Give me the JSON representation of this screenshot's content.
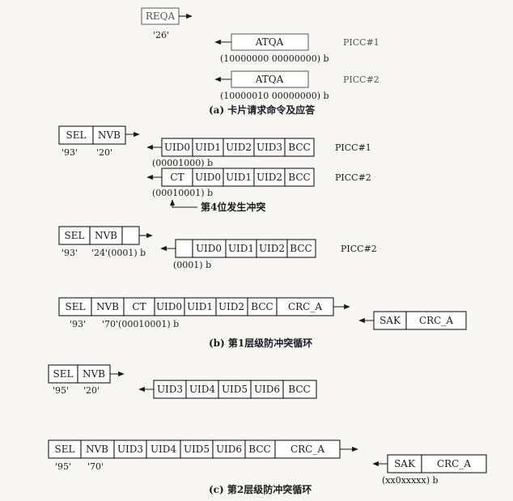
{
  "reqa": {
    "command": "REQA",
    "code": "'26'",
    "picc1": {
      "label": "ATQA",
      "bits": "(10000000 00000000) b",
      "tag": "PICC#1"
    },
    "picc2": {
      "label": "ATQA",
      "bits": "(10000010 00000000) b",
      "tag": "PICC#2"
    },
    "caption": "(a) 卡片请求命令及应答"
  },
  "level1": {
    "step1": {
      "command_cells": [
        "SEL",
        "NVB"
      ],
      "command_codes": [
        "'93'",
        "'20'"
      ],
      "picc1": {
        "cells": [
          "UID0",
          "UID1",
          "UID2",
          "UID3",
          "BCC"
        ],
        "bits": "(00001000) b",
        "tag": "PICC#1"
      },
      "picc2": {
        "cells": [
          "CT",
          "UID0",
          "UID1",
          "UID2",
          "BCC"
        ],
        "bits": "(00010001) b",
        "tag": "PICC#2"
      },
      "collision_note": "第4位发生冲突"
    },
    "step2": {
      "command_cells": [
        "SEL",
        "NVB"
      ],
      "command_codes": [
        "'93'",
        "'24'(0001) b"
      ],
      "response_cells": [
        "",
        "UID0",
        "UID1",
        "UID2",
        "BCC"
      ],
      "response_bits": "(0001) b",
      "tag": "PICC#2"
    },
    "select": {
      "cells": [
        "SEL",
        "NVB",
        "CT",
        "UID0",
        "UID1",
        "UID2",
        "BCC",
        "CRC_A"
      ],
      "codes": [
        "'93'",
        "'70'(00010001) b"
      ],
      "response_cells": [
        "SAK",
        "CRC_A"
      ]
    },
    "caption": "(b) 第1层级防冲突循环"
  },
  "level2": {
    "step1": {
      "command_cells": [
        "SEL",
        "NVB"
      ],
      "command_codes": [
        "'95'",
        "'20'"
      ],
      "response_cells": [
        "UID3",
        "UID4",
        "UID5",
        "UID6",
        "BCC"
      ]
    },
    "select": {
      "cells": [
        "SEL",
        "NVB",
        "UID3",
        "UID4",
        "UID5",
        "UID6",
        "BCC",
        "CRC_A"
      ],
      "codes": [
        "'95'",
        "'70'"
      ],
      "response_cells": [
        "SAK",
        "CRC_A"
      ],
      "response_bits": "(xx0xxxxx) b"
    },
    "caption": "(c) 第2层级防冲突循环"
  }
}
